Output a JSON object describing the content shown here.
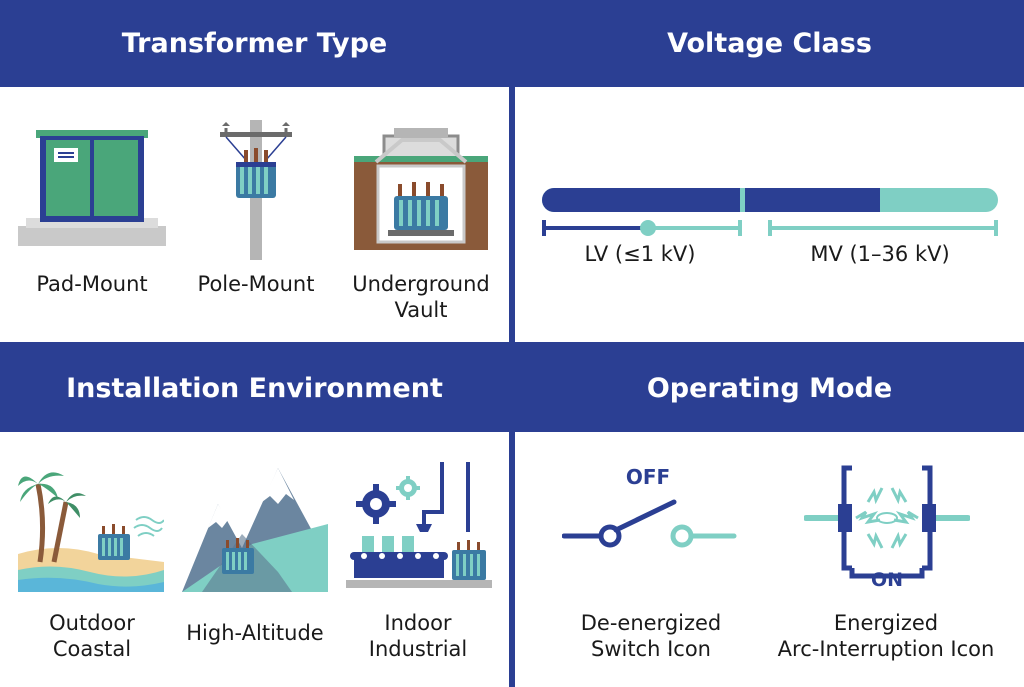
{
  "headers": {
    "transformer_type": "Transformer Type",
    "voltage_class": "Voltage Class",
    "installation_environment": "Installation Environment",
    "operating_mode": "Operating Mode"
  },
  "transformer_types": [
    {
      "label_line1": "Pad-Mount",
      "label_line2": "",
      "icon": "pad-mount-transformer-icon"
    },
    {
      "label_line1": "Pole-Mount",
      "label_line2": "",
      "icon": "pole-mount-transformer-icon"
    },
    {
      "label_line1": "Underground",
      "label_line2": "Vault",
      "icon": "underground-vault-icon"
    }
  ],
  "voltage": {
    "lv_label": "LV (≤1 kV)",
    "mv_label": "MV (1–36 kV)"
  },
  "environments": [
    {
      "label_line1": "Outdoor",
      "label_line2": "Coastal",
      "icon": "coastal-palm-icon"
    },
    {
      "label_line1": "High-Altitude",
      "label_line2": "",
      "icon": "mountain-icon"
    },
    {
      "label_line1": "Indoor",
      "label_line2": "Industrial",
      "icon": "factory-conveyor-icon"
    }
  ],
  "operating_mode": {
    "off_text": "OFF",
    "on_text": "ON",
    "deenergized_line1": "De-energized",
    "deenergized_line2": "Switch Icon",
    "energized_line1": "Energized",
    "energized_line2": "Arc-Interruption Icon"
  },
  "colors": {
    "navy": "#2b3f93",
    "teal": "#7fcfc4",
    "green": "#4aa67a",
    "gray": "#c9c9c9",
    "transformer_blue": "#3b7aa3"
  }
}
